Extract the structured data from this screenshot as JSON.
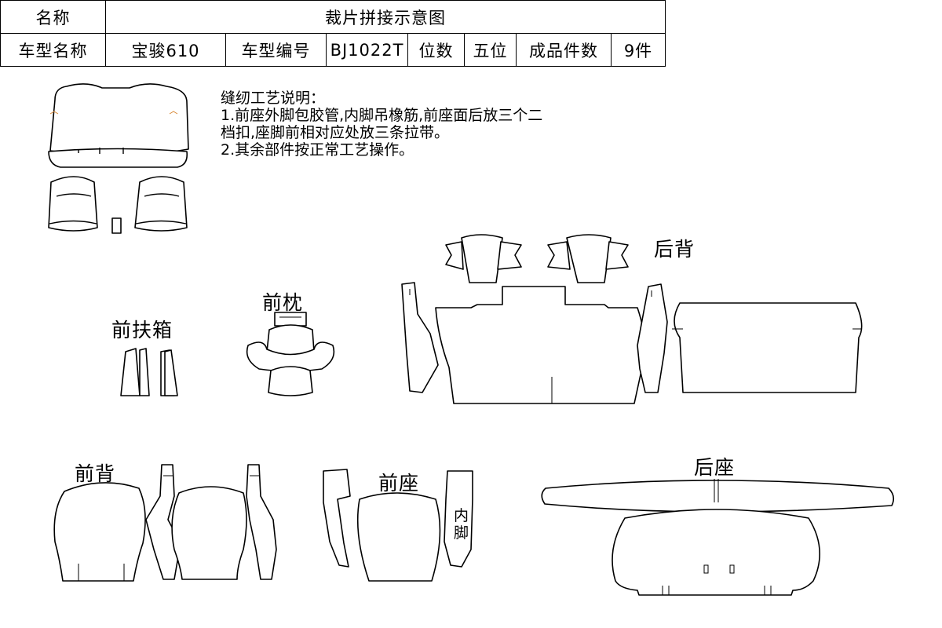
{
  "header": {
    "row1": {
      "name_label": "名称",
      "name_value": "裁片拼接示意图"
    },
    "row2": {
      "model_name_label": "车型名称",
      "model_name_value": "宝骏610",
      "model_no_label": "车型编号",
      "model_no_value": "BJ1022T",
      "seats_label": "位数",
      "seats_value": "五位",
      "pieces_label": "成品件数",
      "pieces_value": "9件"
    }
  },
  "notes": {
    "title": "缝纫工艺说明：",
    "line1": "1.前座外脚包胶管,内脚吊橡筋,前座面后放三个二",
    "line2": "档扣,座脚前相对应处放三条拉带。",
    "line3": "2.其余部件按正常工艺操作。"
  },
  "labels": {
    "rear_back": "后背",
    "front_pillow": "前枕",
    "front_armrest": "前扶箱",
    "front_back": "前背",
    "front_seat": "前座",
    "inner_foot_1": "内",
    "inner_foot_2": "脚",
    "rear_seat": "后座"
  },
  "colors": {
    "line": "#000000",
    "background": "#ffffff",
    "accent": "#d98b3a"
  }
}
